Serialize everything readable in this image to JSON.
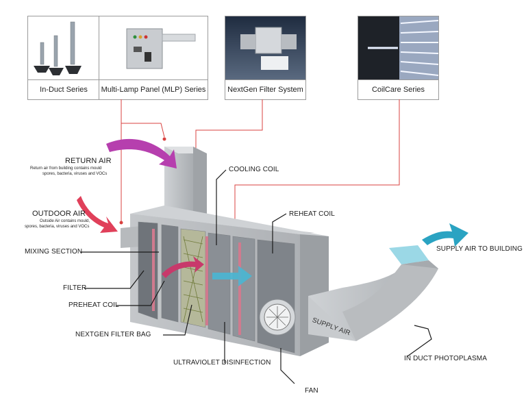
{
  "products": [
    {
      "id": "in-duct",
      "caption": "In-Duct  Series"
    },
    {
      "id": "mlp",
      "caption": "Multi-Lamp Panel (MLP) Series"
    },
    {
      "id": "nextgen",
      "caption": "NextGen Filter System"
    },
    {
      "id": "coilcare",
      "caption": "CoilCare Series"
    }
  ],
  "inputs": {
    "return_air": {
      "title": "RETURN AIR",
      "desc_line1": "Return air from building contains mould",
      "desc_line2": "spores, bacteria, viruses and VOCs"
    },
    "outdoor_air": {
      "title": "OUTDOOR AIR",
      "desc_line1": "Outside Air contains mould,",
      "desc_line2": "spores, bacteria, viruses and VOCs"
    }
  },
  "components": {
    "mixing_section": "MIXING SECTION",
    "filter": "FILTER",
    "preheat_coil": "PREHEAT COIL",
    "nextgen_filter_bag": "NEXTGEN FILTER BAG",
    "ultraviolet": "ULTRAVIOLET DISINFECTION",
    "fan": "FAN",
    "cooling_coil": "COOLING COIL",
    "reheat_coil": "REHEAT COIL",
    "in_duct_photoplasma": "IN DUCT PHOTOPLASMA",
    "supply_air_to_building": "SUPPLY AIR TO BUILDING",
    "supply_air_duct": "SUPPLY AIR"
  },
  "colors": {
    "connector_red": "#d9413f",
    "return_arrow": "#b63fae",
    "outdoor_arrow": "#e0405a",
    "supply_arrow": "#2aa3c2",
    "unit_gray": "#b9bcbf"
  }
}
